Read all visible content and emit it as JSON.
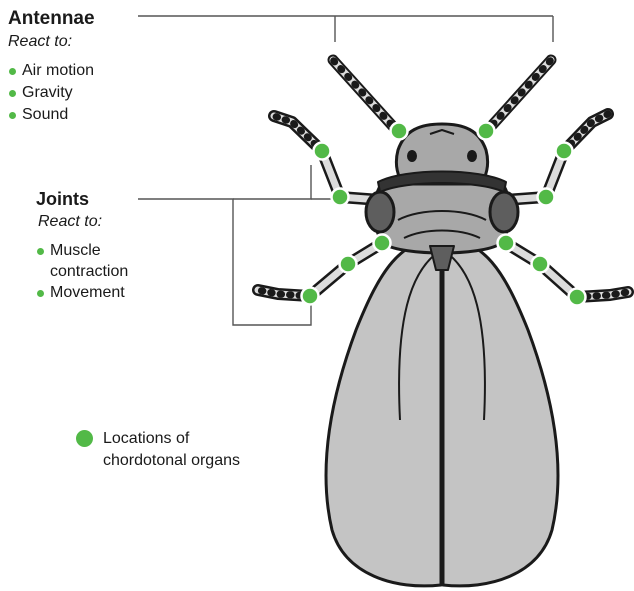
{
  "colors": {
    "accent": "#52b947",
    "outline": "#1a1a1a",
    "body_fill": "#a8a8a8",
    "wing_fill": "#c4c4c4",
    "dark_fill": "#5e5e5e",
    "leader_line": "#555555"
  },
  "antennae": {
    "title": "Antennae",
    "subtitle": "React to:",
    "items": [
      "Air motion",
      "Gravity",
      "Sound"
    ]
  },
  "joints": {
    "title": "Joints",
    "subtitle": "React to:",
    "items": [
      "Muscle contraction",
      "Movement"
    ]
  },
  "legend": {
    "label": "Locations of chordotonal organs",
    "icon": "green-dot-icon"
  }
}
